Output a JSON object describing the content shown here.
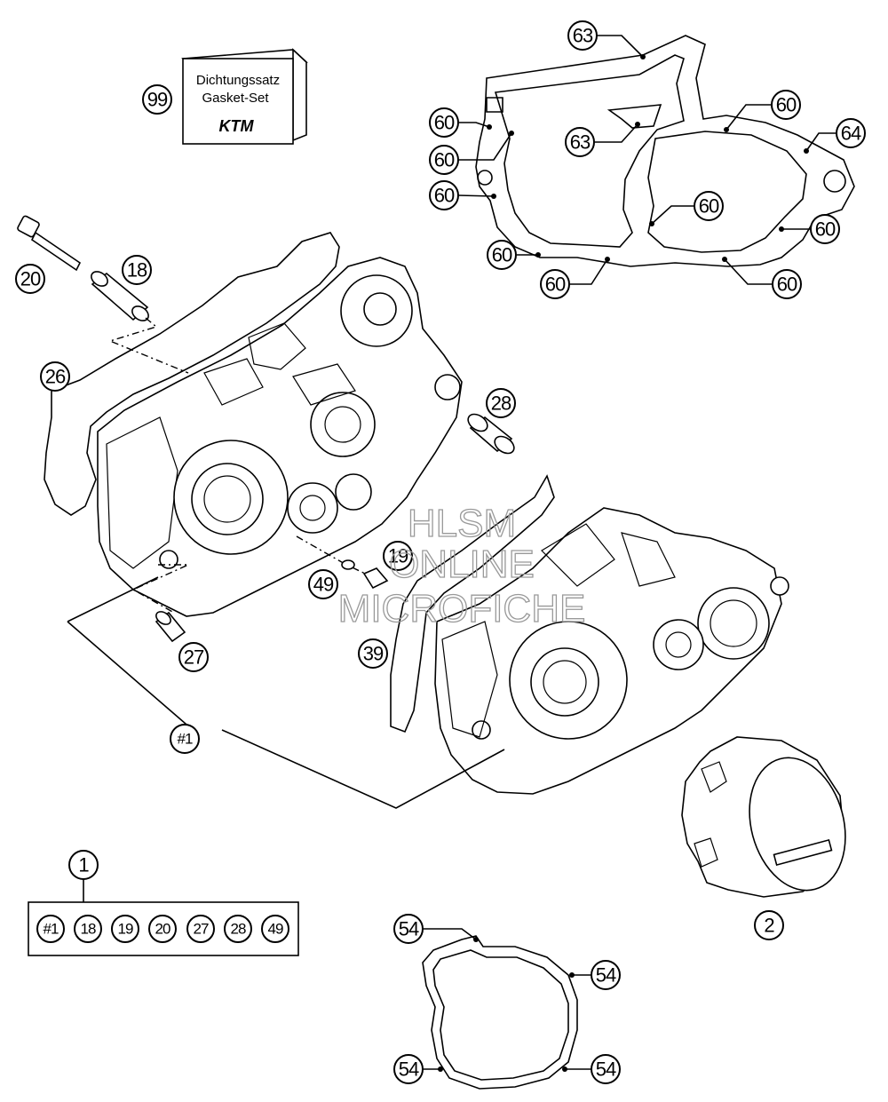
{
  "gasket_set_box": {
    "line1": "Dichtungssatz",
    "line2": "Gasket-Set",
    "logo": "KTM"
  },
  "watermark": {
    "line1": "HLSM",
    "line2": "ONLINE",
    "line3": "MICROFICHE"
  },
  "callouts": {
    "c99": "99",
    "c63a": "63",
    "c63b": "63",
    "c60a": "60",
    "c60b": "60",
    "c60c": "60",
    "c60d": "60",
    "c60e": "60",
    "c60f": "60",
    "c60g": "60",
    "c60h": "60",
    "c60i": "60",
    "c64": "64",
    "c20": "20",
    "c18": "18",
    "c26": "26",
    "c28": "28",
    "c19": "19",
    "c49": "49",
    "c27": "27",
    "c39": "39",
    "cset": "#1",
    "c1": "1",
    "c2": "2",
    "c54a": "54",
    "c54b": "54",
    "c54c": "54",
    "c54d": "54"
  },
  "kit_box": {
    "items": [
      "#1",
      "18",
      "19",
      "20",
      "27",
      "28",
      "49"
    ]
  }
}
